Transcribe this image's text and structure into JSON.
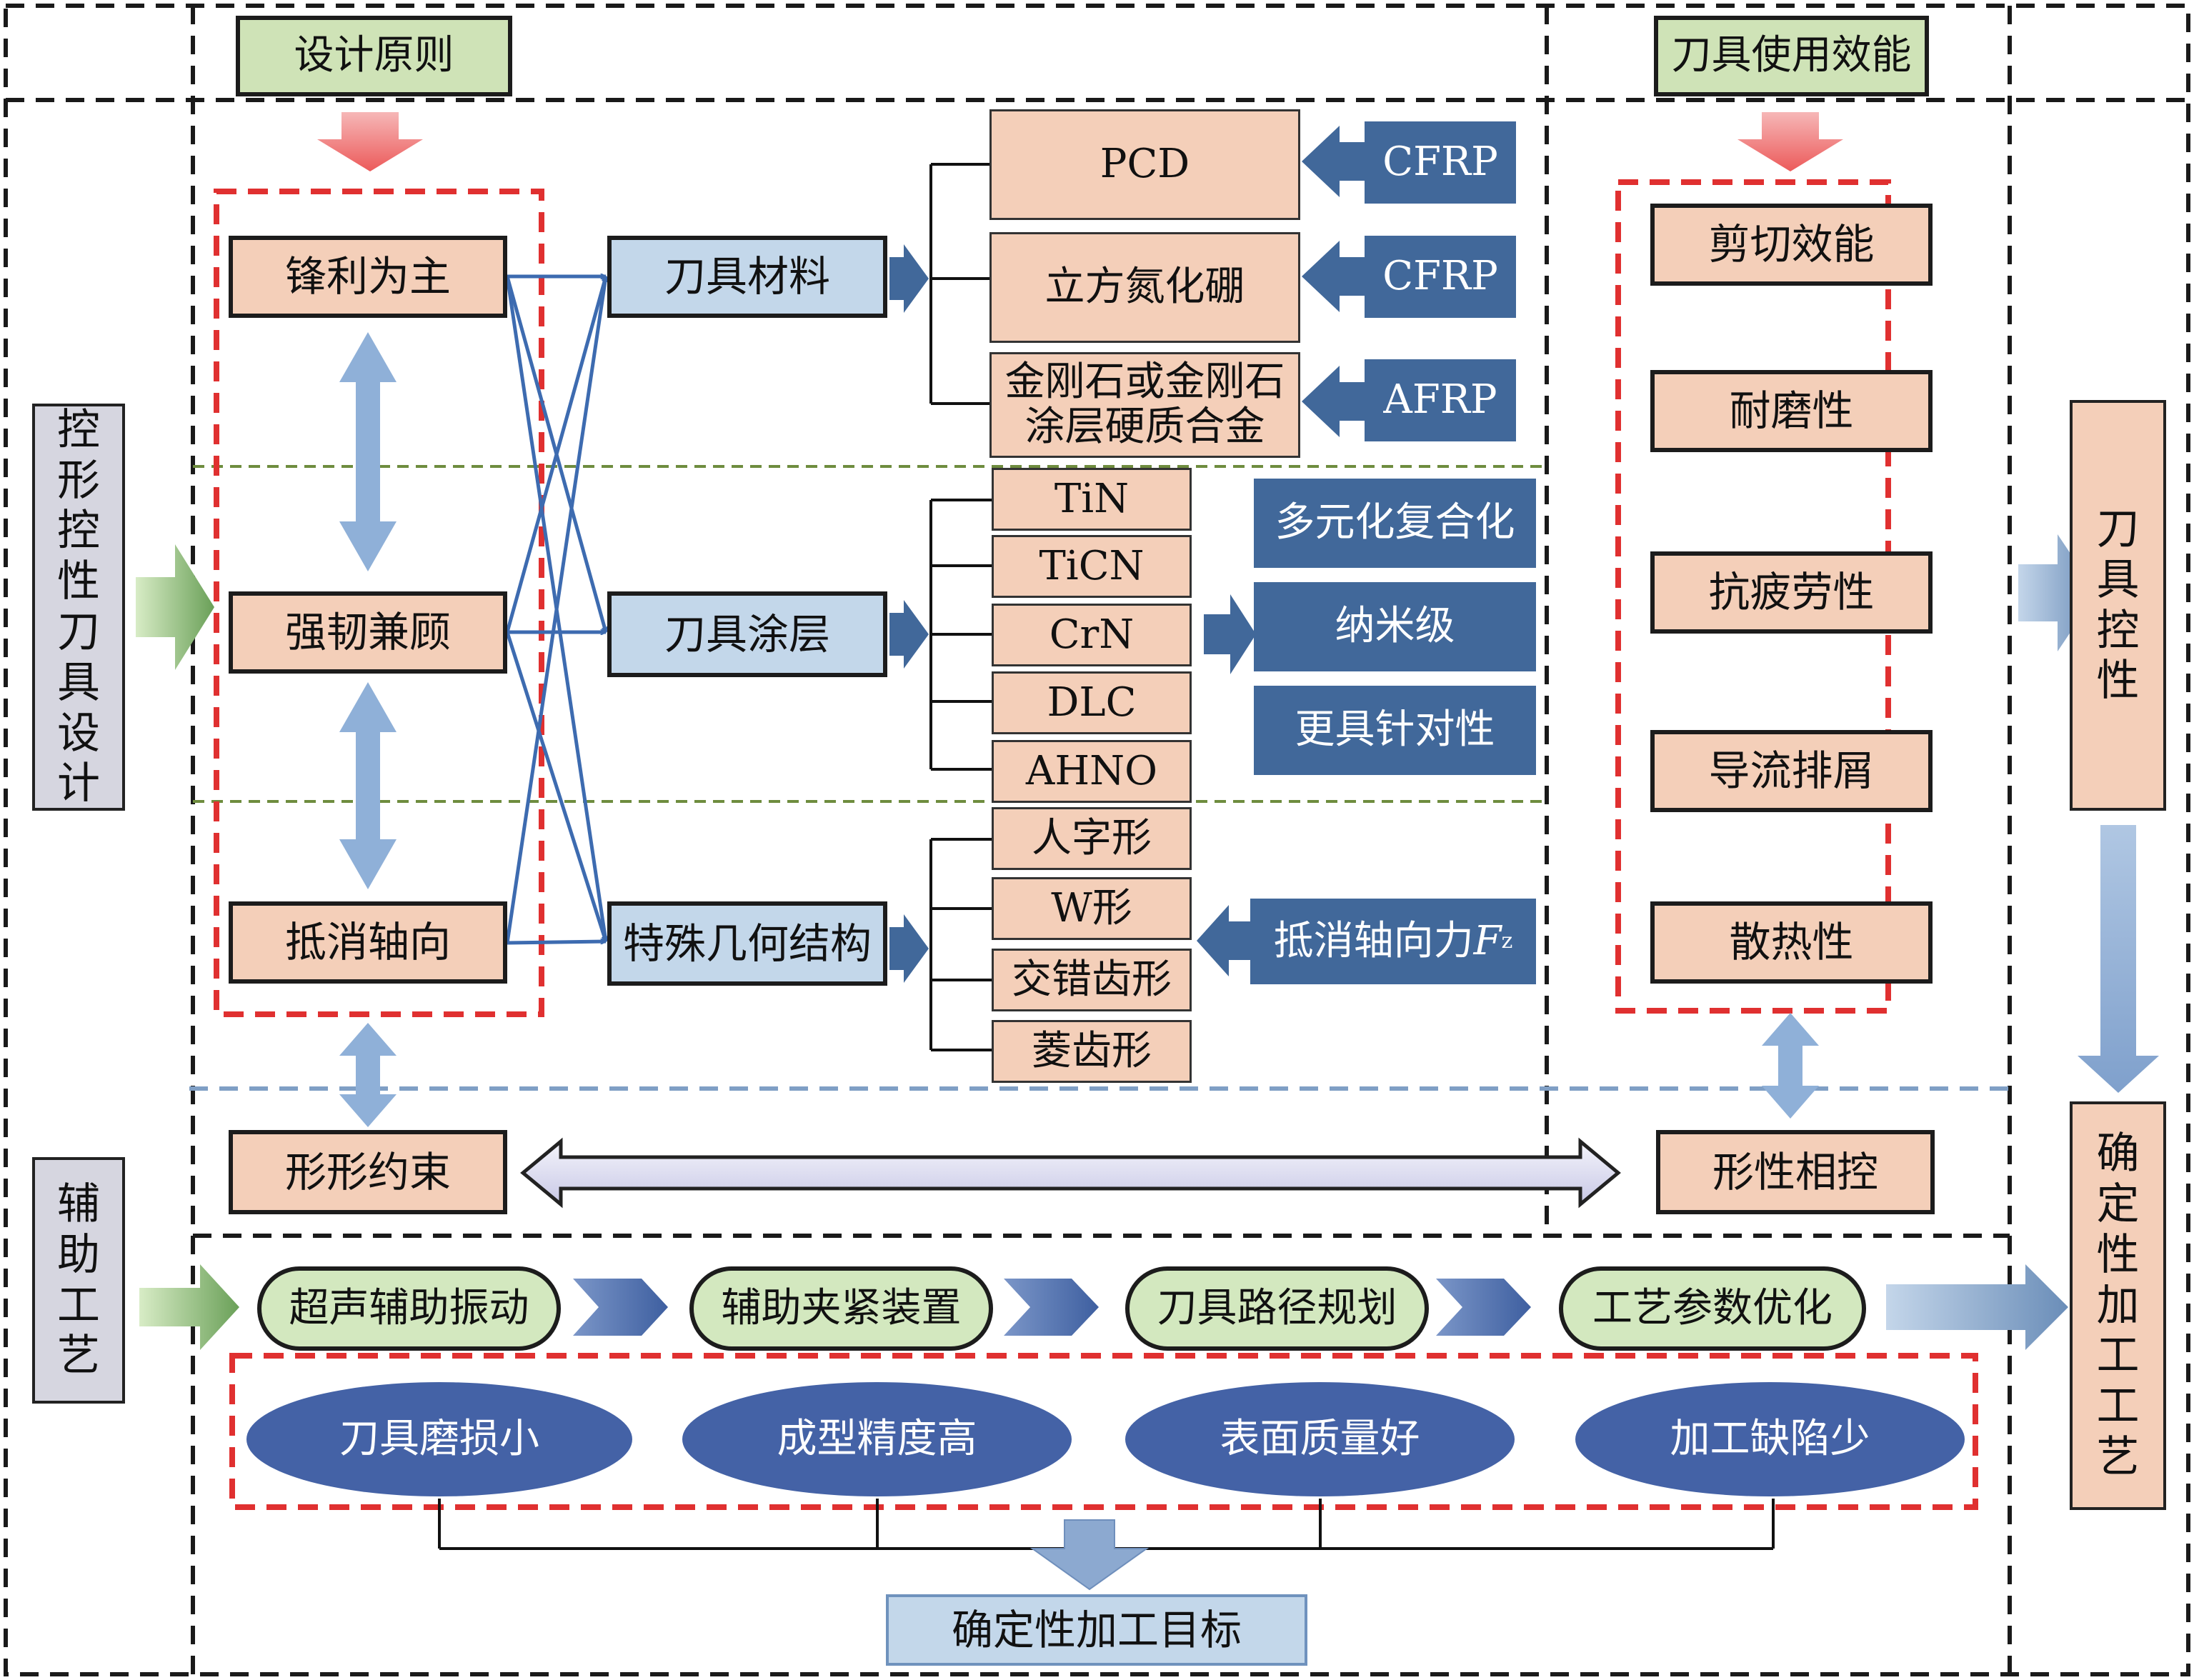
{
  "headers": {
    "design_principle": "设计原则",
    "tool_efficiency": "刀具使用效能"
  },
  "principles": [
    "锋利为主",
    "强韧兼顾",
    "抵消轴向"
  ],
  "tool_categories": [
    "刀具材料",
    "刀具涂层",
    "特殊几何结构"
  ],
  "materials": [
    "PCD",
    "立方氮化硼",
    "金刚石或金刚石\n涂层硬质合金"
  ],
  "material_targets": [
    "CFRP",
    "CFRP",
    "AFRP"
  ],
  "coatings": [
    "TiN",
    "TiCN",
    "CrN",
    "DLC",
    "AHNO"
  ],
  "coating_features": [
    "多元化复合化",
    "纳米级",
    "更具针对性"
  ],
  "geometries": [
    "人字形",
    "W形",
    "交错齿形",
    "菱齿形"
  ],
  "geometry_feature": "抵消轴向力",
  "geometry_feature_symbol": "F",
  "geometry_feature_sub": "z",
  "efficiencies": [
    "剪切效能",
    "耐磨性",
    "抗疲劳性",
    "导流排屑",
    "散热性"
  ],
  "left_labels": {
    "design": "控\n形\n控\n性\n刀\n具\n设\n计",
    "process": "辅\n助\n工\n艺"
  },
  "right_labels": {
    "control": "刀\n具\n控\n性",
    "machining": "确\n定\n性\n加\n工\n工\n艺"
  },
  "constraints": {
    "left": "形形约束",
    "right": "形性相控"
  },
  "process_steps": [
    "超声辅助振动",
    "辅助夹紧装置",
    "刀具路径规划",
    "工艺参数优化"
  ],
  "outcomes": [
    "刀具磨损小",
    "成型精度高",
    "表面质量好",
    "加工缺陷少"
  ],
  "target": "确定性加工目标",
  "colors": {
    "peach": "#f4cfb9",
    "light_blue": "#c3d7ea",
    "navy": "#41689a",
    "green": "#cfe3b7",
    "ellipse": "#4462a6",
    "red_dash": "#e03030",
    "black_dash": "#1a1a1a"
  }
}
